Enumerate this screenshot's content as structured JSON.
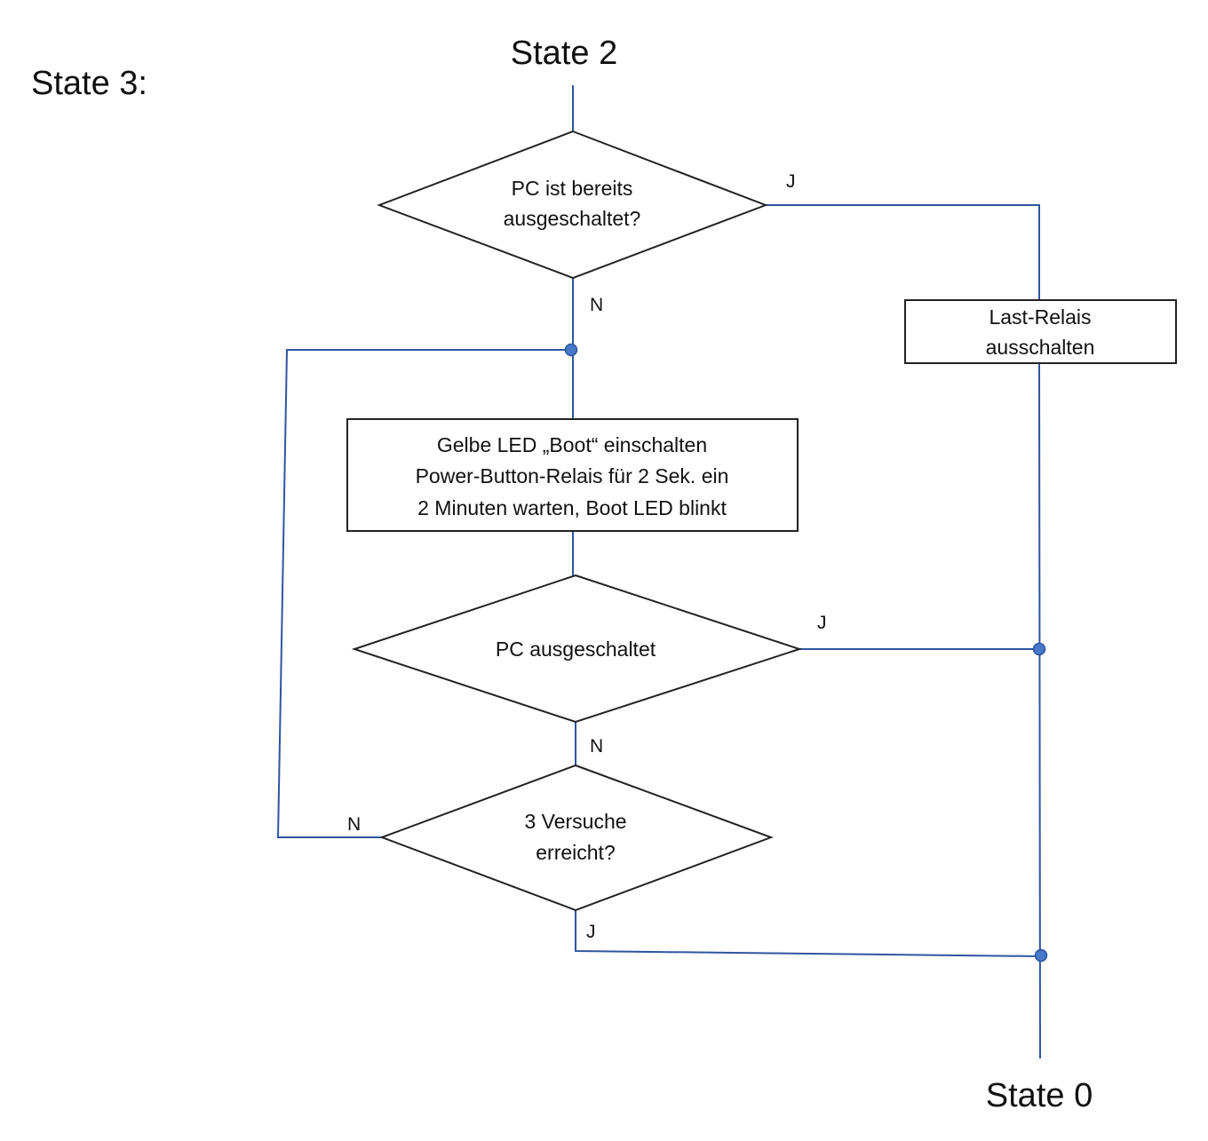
{
  "heading": "State 3:",
  "start_state": "State 2",
  "end_state": "State 0",
  "nodes": {
    "decision_pc_already_off": {
      "line1": "PC ist bereits",
      "line2": "ausgeschaltet?"
    },
    "process_load_relay": {
      "line1": "Last-Relais",
      "line2": "ausschalten"
    },
    "process_boot": {
      "line1": "Gelbe LED „Boot“ einschalten",
      "line2": "Power-Button-Relais für 2 Sek. ein",
      "line3": "2 Minuten warten, Boot LED blinkt"
    },
    "decision_pc_off": {
      "line1": "PC ausgeschaltet"
    },
    "decision_attempts": {
      "line1": "3 Versuche",
      "line2": "erreicht?"
    }
  },
  "branch_labels": {
    "yes": "J",
    "no": "N"
  }
}
